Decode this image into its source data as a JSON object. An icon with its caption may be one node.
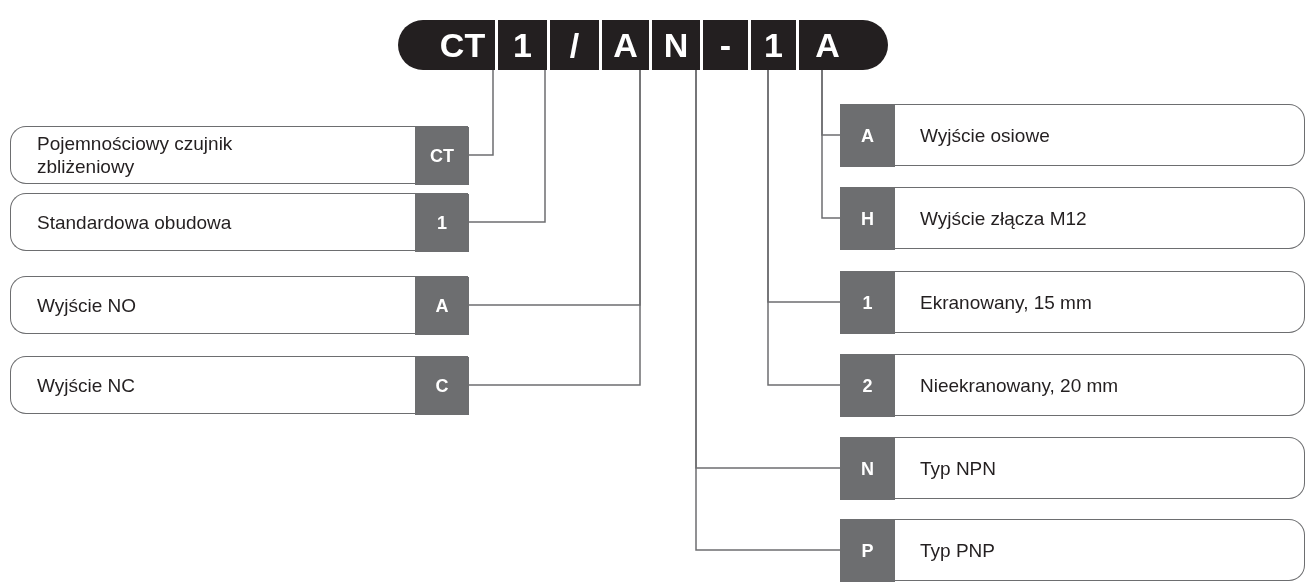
{
  "diagram": {
    "nodes": [
      {
        "text": [],
        "shape": "bar"
      },
      {
        "text": [
          "CT"
        ],
        "in": 0
      },
      {
        "text": [
          "1"
        ],
        "in": 0
      },
      {
        "text": [
          "/"
        ],
        "in": 0
      },
      {
        "text": [
          "A"
        ],
        "in": 0
      },
      {
        "text": [
          "N"
        ],
        "in": 0
      },
      {
        "text": [
          "-"
        ],
        "in": 0
      },
      {
        "text": [
          "1"
        ],
        "in": 0
      },
      {
        "text": [
          "A"
        ],
        "in": 0
      },
      {
        "text": [
          "Pojemnościowy czujnik zbliżeniowy"
        ]
      },
      {
        "text": [
          "CT"
        ],
        "in": 9
      },
      {
        "text": [
          "Standardowa obudowa"
        ]
      },
      {
        "text": [
          "1"
        ],
        "in": 11
      },
      {
        "text": [
          "Wyjście NO"
        ]
      },
      {
        "text": [
          "A"
        ],
        "in": 13
      },
      {
        "text": [
          "Wyjście NC"
        ]
      },
      {
        "text": [
          "C"
        ],
        "in": 15
      },
      {
        "text": [
          "Wyjście osiowe"
        ]
      },
      {
        "text": [
          "A"
        ],
        "in": 17
      },
      {
        "text": [
          "Wyjście złącza M12"
        ]
      },
      {
        "text": [
          "H"
        ],
        "in": 19
      },
      {
        "text": [
          "Ekranowany, 15 mm"
        ]
      },
      {
        "text": [
          "1"
        ],
        "in": 21
      },
      {
        "text": [
          "Nieekranowany, 20 mm"
        ]
      },
      {
        "text": [
          "2"
        ],
        "in": 23
      },
      {
        "text": [
          "Typ NPN"
        ]
      },
      {
        "text": [
          "N"
        ],
        "in": 25
      },
      {
        "text": [
          "Typ PNP"
        ]
      },
      {
        "text": [
          "P"
        ],
        "in": 27
      }
    ],
    "edges": [
      {
        "from": 1,
        "to": 10,
        "arrow": "none"
      },
      {
        "from": 2,
        "to": 12,
        "arrow": "none"
      },
      {
        "from": 4,
        "to": 14,
        "arrow": "none"
      },
      {
        "from": 4,
        "to": 16,
        "arrow": "none"
      },
      {
        "from": 8,
        "to": 18,
        "arrow": "none"
      },
      {
        "from": 8,
        "to": 20,
        "arrow": "none"
      },
      {
        "from": 7,
        "to": 22,
        "arrow": "none"
      },
      {
        "from": 7,
        "to": 24,
        "arrow": "none"
      },
      {
        "from": 5,
        "to": 26,
        "arrow": "none"
      },
      {
        "from": 5,
        "to": 28,
        "arrow": "none"
      }
    ]
  }
}
